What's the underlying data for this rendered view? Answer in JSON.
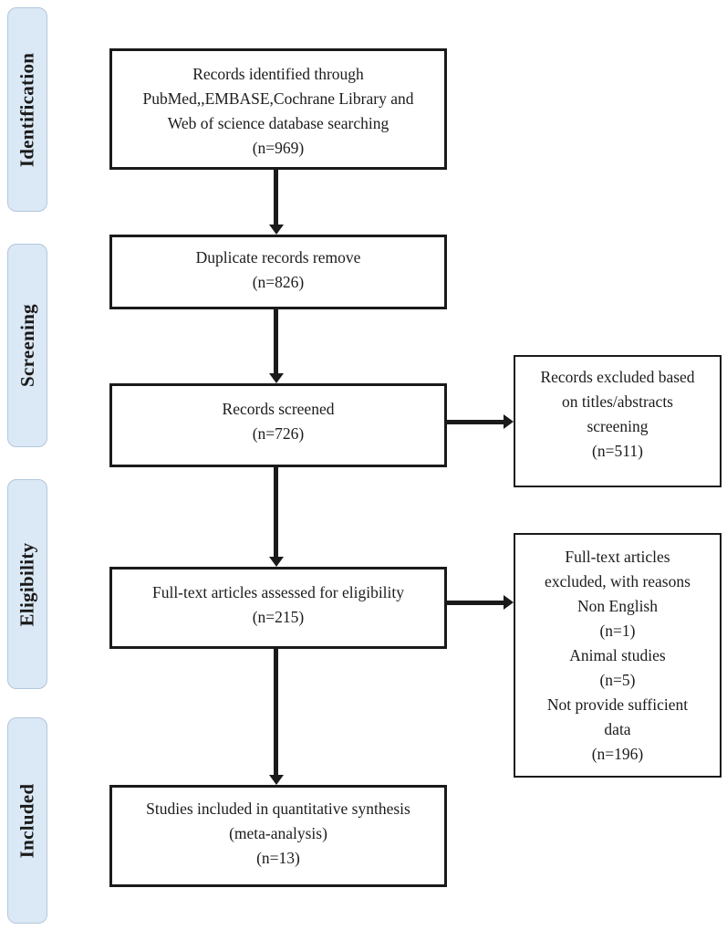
{
  "stages": [
    {
      "label": "Identification"
    },
    {
      "label": "Screening"
    },
    {
      "label": "Eligibility"
    },
    {
      "label": "Included"
    }
  ],
  "flow": {
    "identified": {
      "text": "Records identified through\nPubMed,,EMBASE,Cochrane Library and\nWeb of science database searching\n(n=969)",
      "n": 969
    },
    "duplicates_removed": {
      "text": "Duplicate records remove\n(n=826)",
      "n": 826
    },
    "screened": {
      "text": "Records screened\n(n=726)",
      "n": 726
    },
    "fulltext_assessed": {
      "text": "Full-text articles assessed for eligibility\n(n=215)",
      "n": 215
    },
    "included": {
      "text": "Studies included in quantitative synthesis\n(meta-analysis)\n(n=13)",
      "n": 13
    }
  },
  "exclusions": {
    "titles_abstracts": {
      "text": "Records excluded based\non titles/abstracts\nscreening\n(n=511)",
      "n": 511
    },
    "fulltext_reasons": {
      "text": "Full-text articles\nexcluded, with reasons\nNon English\n(n=1)\nAnimal studies\n(n=5)\nNot provide sufficient\ndata\n(n=196)",
      "n_non_english": 1,
      "n_animal_studies": 5,
      "n_insufficient_data": 196
    }
  },
  "colors": {
    "stage_fill": "#dbe8f5",
    "stage_border": "#b3c7dc",
    "box_border": "#1a1a1a",
    "arrow": "#1a1a1a"
  }
}
